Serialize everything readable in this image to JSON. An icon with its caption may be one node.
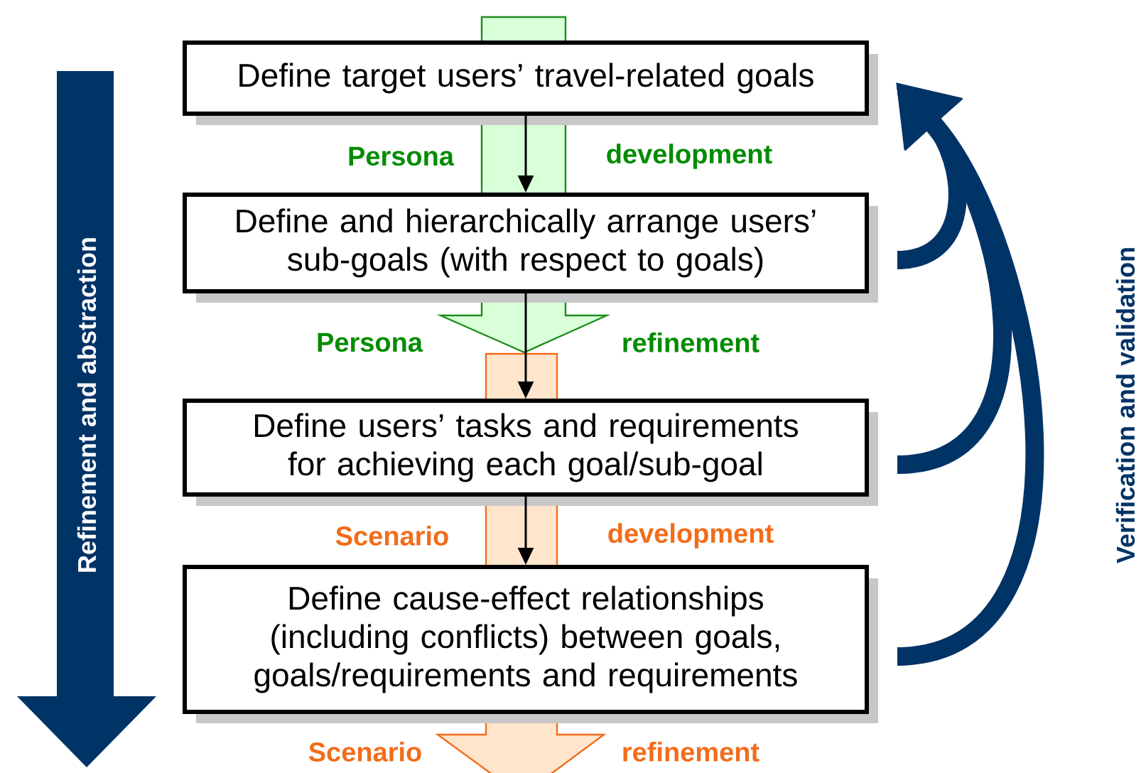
{
  "diagram": {
    "nodes": [
      {
        "text": [
          "Define target users’ travel-related goals"
        ]
      },
      {
        "text": [
          "Define and hierarchically arrange users’ sub-goals (with respect to goals)"
        ]
      },
      {
        "text": [
          "Define users’ tasks and requirements for achieving each goal/sub-goal"
        ]
      },
      {
        "text": [
          "Define cause-effect relationships (including conflicts) between goals, goals/requirements and requirements"
        ]
      }
    ],
    "edges": [
      {
        "from": 0,
        "to": 1,
        "arrow": "to"
      },
      {
        "from": 1,
        "to": 2,
        "arrow": "to"
      },
      {
        "from": 2,
        "to": 3,
        "arrow": "to"
      },
      {
        "from": 1,
        "to": 0,
        "arrow": "to",
        "style": "thick",
        "color": "#003366"
      },
      {
        "from": 2,
        "to": 0,
        "arrow": "to",
        "style": "thick",
        "color": "#003366"
      },
      {
        "from": 3,
        "to": 0,
        "arrow": "to",
        "style": "thick",
        "color": "#003366"
      }
    ],
    "labels": [
      "Persona",
      "development",
      "Persona",
      "refinement",
      "Scenario",
      "development",
      "Scenario",
      "refinement",
      "Refinement and abstraction",
      "Verification and validation"
    ]
  }
}
